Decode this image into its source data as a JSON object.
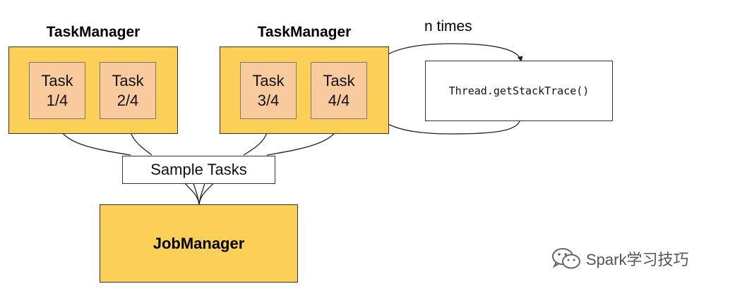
{
  "task_managers": [
    {
      "title": "TaskManager",
      "tasks": [
        {
          "line1": "Task",
          "line2": "1/4"
        },
        {
          "line1": "Task",
          "line2": "2/4"
        }
      ]
    },
    {
      "title": "TaskManager",
      "tasks": [
        {
          "line1": "Task",
          "line2": "3/4"
        },
        {
          "line1": "Task",
          "line2": "4/4"
        }
      ]
    }
  ],
  "loop_label": "n times",
  "stack_trace_call": "Thread.getStackTrace()",
  "sample_tasks_label": "Sample Tasks",
  "job_manager_label": "JobManager",
  "watermark": {
    "icon": "wechat-icon",
    "text": "Spark学习技巧"
  },
  "colors": {
    "manager_fill": "#fccf56",
    "task_fill": "#f9cb9c",
    "stroke": "#333333"
  }
}
